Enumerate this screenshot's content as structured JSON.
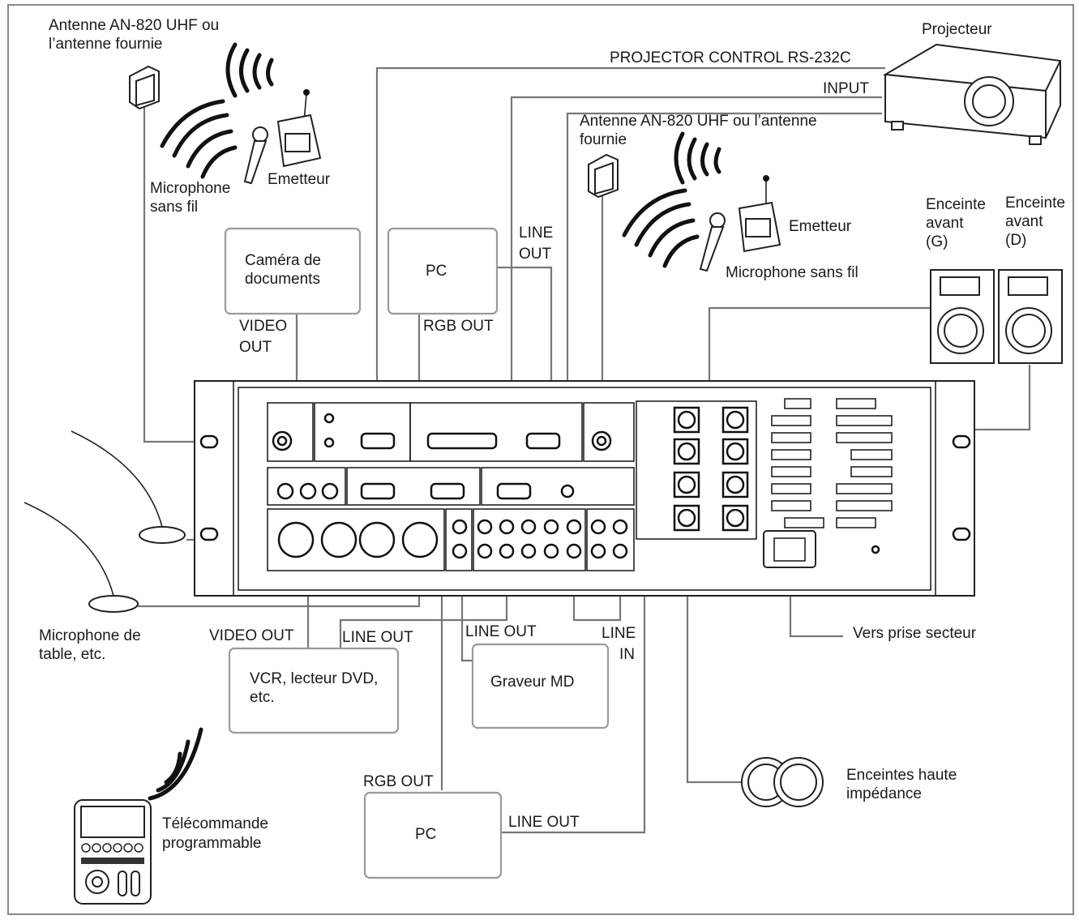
{
  "labels": {
    "antenna_top_left_1": "Antenne AN-820 UHF ou",
    "antenna_top_left_2": "l’antenne fournie",
    "wireless_mic_left_1": "Microphone",
    "wireless_mic_left_2": "sans fil",
    "transmitter_left": "Emetteur",
    "projector": "Projecteur",
    "projector_control": "PROJECTOR CONTROL RS-232C",
    "input": "INPUT",
    "antenna_center_1": "Antenne AN-820 UHF ou l’antenne",
    "antenna_center_2": "fournie",
    "transmitter_center": "Emetteur",
    "wireless_mic_center": "Microphone sans fil",
    "speaker_left_1": "Enceinte",
    "speaker_left_2": "avant",
    "speaker_left_3": "(G)",
    "speaker_right_1": "Enceinte",
    "speaker_right_2": "avant",
    "speaker_right_3": "(D)",
    "doc_camera_1": "Caméra de",
    "doc_camera_2": "documents",
    "video_out_top_1": "VIDEO",
    "video_out_top_2": "OUT",
    "pc_top": "PC",
    "rgb_out_top": "RGB OUT",
    "line_out_top_1": "LINE",
    "line_out_top_2": "OUT",
    "table_mic_1": "Microphone de",
    "table_mic_2": "table, etc.",
    "video_out_bottom": "VIDEO OUT",
    "line_out_vcr": "LINE OUT",
    "line_out_md": "LINE OUT",
    "line_in_1": "LINE",
    "line_in_2": "IN",
    "vcr_1": "VCR, lecteur DVD,",
    "vcr_2": "etc.",
    "md_recorder": "Graveur MD",
    "mains": "Vers prise secteur",
    "high_imp_1": "Enceintes haute",
    "high_imp_2": "impédance",
    "rgb_out_bottom": "RGB OUT",
    "pc_bottom": "PC",
    "line_out_pc_bottom": "LINE OUT",
    "remote_1": "Télécommande",
    "remote_2": "programmable"
  }
}
